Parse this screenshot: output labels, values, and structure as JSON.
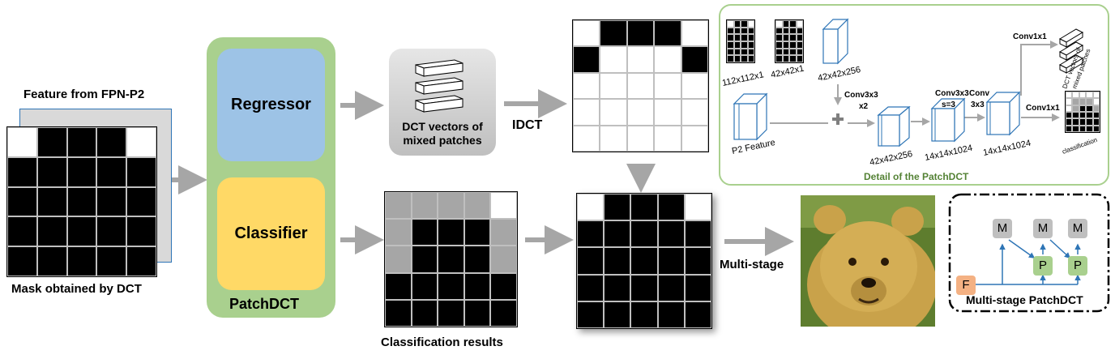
{
  "left": {
    "feature_label": "Feature from FPN-P2",
    "mask_label": "Mask obtained by DCT"
  },
  "patchdct": {
    "regressor": "Regressor",
    "classifier": "Classifier",
    "name": "PatchDCT"
  },
  "dct_box": {
    "caption": "DCT vectors of mixed patches"
  },
  "idct_label": "IDCT",
  "classification_label": "Classification results",
  "multistage_label": "Multi-stage",
  "detail": {
    "title": "Detail of the PatchDCT",
    "sizes": {
      "in1": "112x112x1",
      "in2": "42x42x1",
      "in3": "42x42x256",
      "p2": "P2 Feature",
      "f1": "42x42x256",
      "f2": "14x14x1024",
      "f3": "14x14x1024"
    },
    "ops": {
      "conv_a1": "Conv3x3",
      "conv_a2": "x2",
      "conv_b1": "Conv3x3",
      "conv_b2": "s=3",
      "conv_c1": "Conv",
      "conv_c2": "3x3",
      "conv1x1_top": "Conv1x1",
      "conv1x1_bot": "Conv1x1"
    },
    "outputs": {
      "dct_line1": "DCT vectors of",
      "dct_line2": "mixed patches",
      "classification": "classification"
    }
  },
  "multistage_box": {
    "caption": "Multi-stage PatchDCT",
    "m": "M",
    "p": "P",
    "f": "F"
  },
  "colors": {
    "green_outer": "#a9d08e",
    "regressor_blue": "#9dc3e6",
    "classifier_orange": "#ffd966",
    "arrow_gray": "#a6a6a6",
    "detail_border": "#a9d08e",
    "detail_title": "#548235",
    "m_gray": "#bfbfbf",
    "p_green": "#a9d08e",
    "f_orange": "#f4b183",
    "link_blue": "#2e75b6"
  }
}
